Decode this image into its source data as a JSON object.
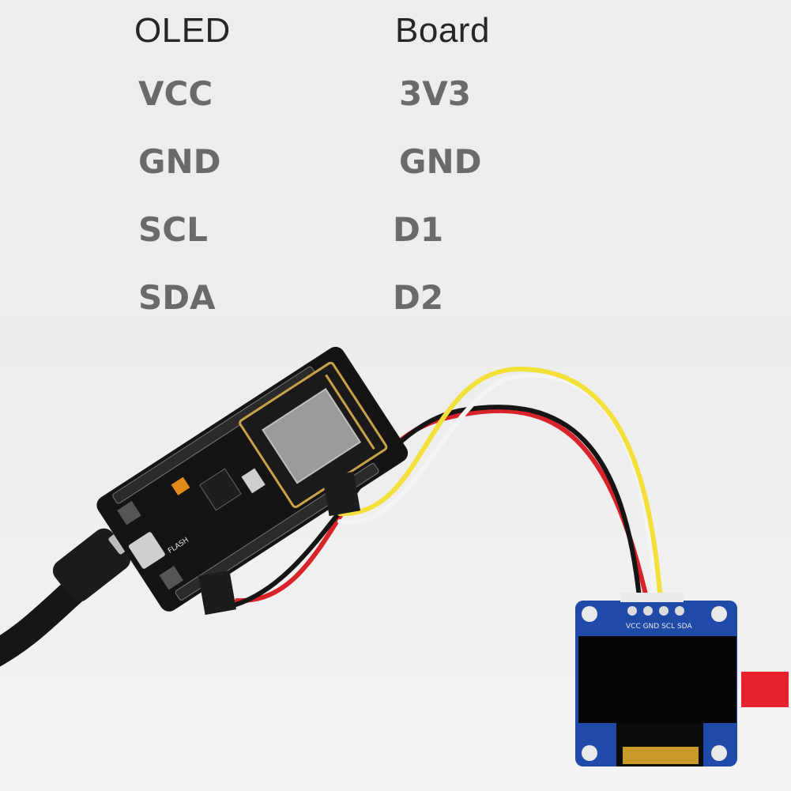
{
  "table": {
    "header_oled": "OLED",
    "header_board": "Board",
    "rows": [
      {
        "oled": "VCC",
        "board": "3V3"
      },
      {
        "oled": "GND",
        "board": "GND"
      },
      {
        "oled": "SCL",
        "board": "D1"
      },
      {
        "oled": "SDA",
        "board": "D2"
      }
    ]
  },
  "photo": {
    "oled_pin_labels": "VCC GND SCL SDA",
    "flash_label": "FLASH",
    "wire_colors": {
      "red": "#d8232a",
      "black": "#151515",
      "white": "#f4f4f4",
      "yellow": "#f3e13a"
    },
    "board_color": "#141414",
    "oled_pcb_color": "#1f4aa8",
    "tab_color": "#e8212e"
  }
}
